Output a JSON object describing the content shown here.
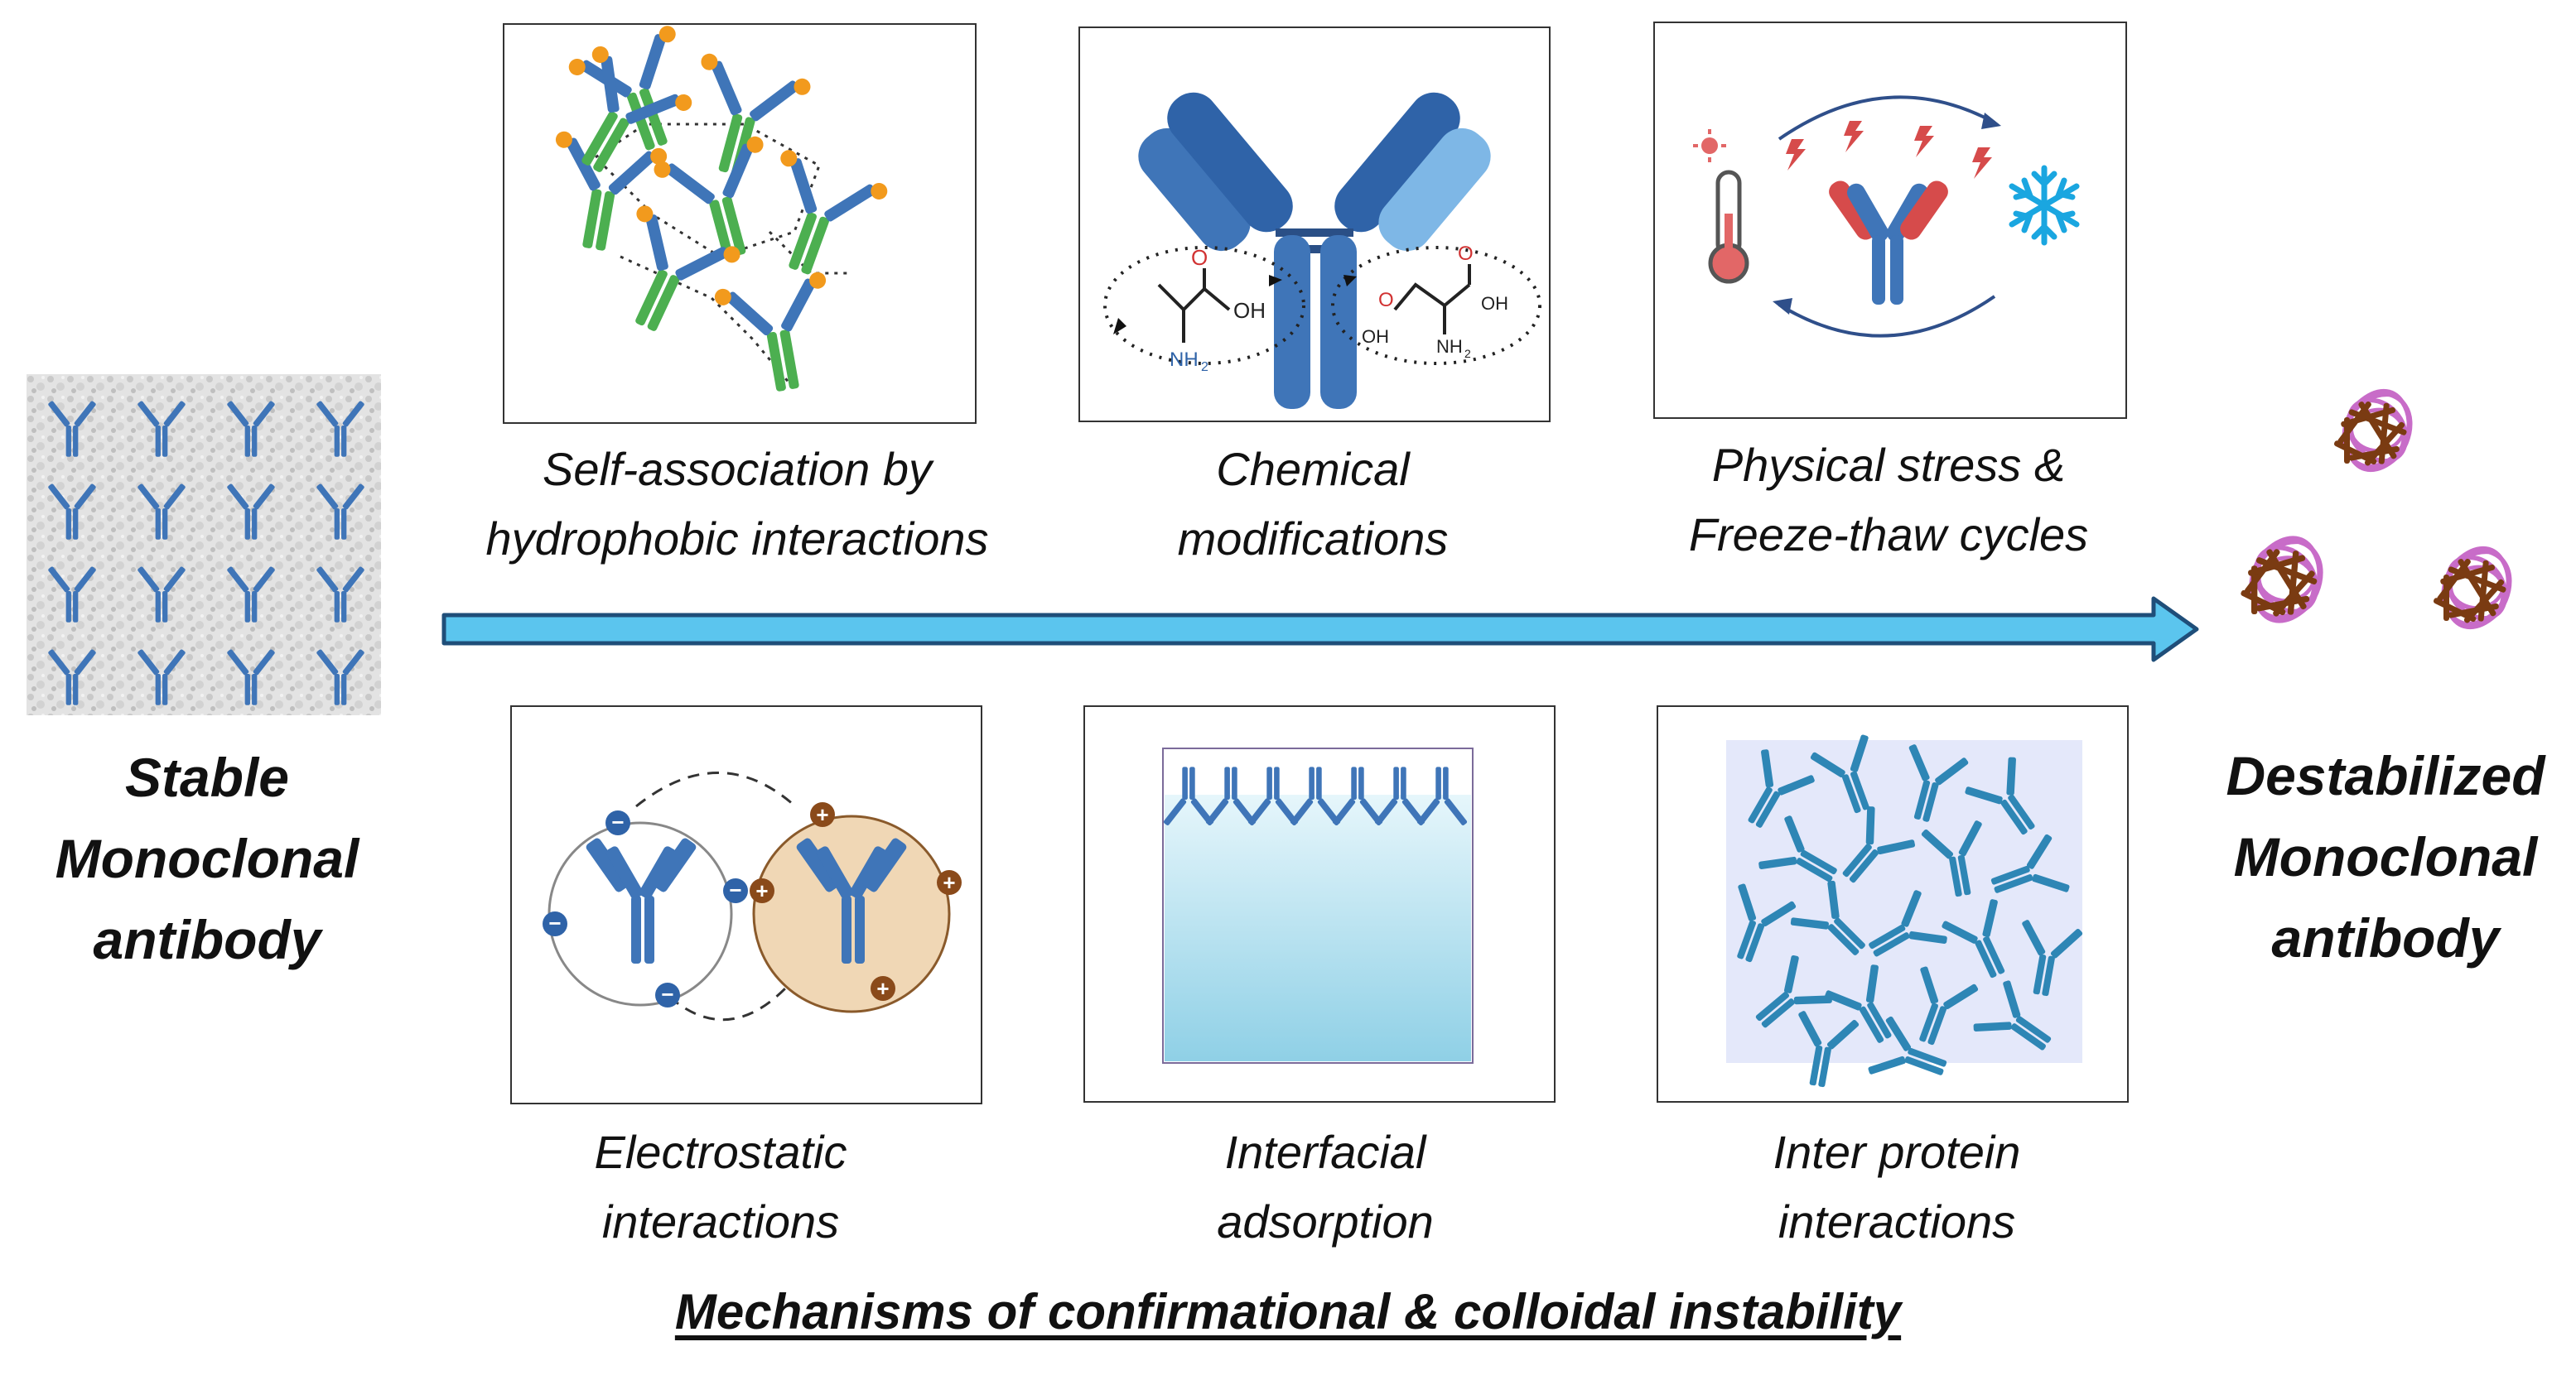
{
  "left_label": {
    "line1": "Stable",
    "line2": "Monoclonal",
    "line3": "antibody"
  },
  "right_label": {
    "line1": "Destabilized",
    "line2": "Monoclonal",
    "line3": "antibody"
  },
  "top_captions": [
    {
      "line1": "Self-association by",
      "line2": "hydrophobic interactions"
    },
    {
      "line1": "Chemical",
      "line2": "modifications"
    },
    {
      "line1": "Physical stress &",
      "line2": "Freeze-thaw cycles"
    }
  ],
  "bottom_captions": [
    {
      "line1": "Electrostatic",
      "line2": "interactions"
    },
    {
      "line1": "Interfacial",
      "line2": "adsorption"
    },
    {
      "line1": "Inter protein",
      "line2": "interactions"
    }
  ],
  "chem_labels": {
    "oh_left": "OH",
    "nh2_left": "NH",
    "oh_right_a": "OH",
    "oh_right_b": "OH",
    "nh2_right": "NH",
    "o_a": "O",
    "o_b": "O",
    "o_c": "O",
    "sub2": "2"
  },
  "charge_labels": {
    "neg": "−",
    "pos": "+"
  },
  "footer_title": "Mechanisms of confirmational & colloidal instability",
  "colors": {
    "antibody_blue": "#3f75b8",
    "arrow_fill": "#5bc5ee",
    "arrow_stroke": "#1f4e79",
    "aggregate_brown": "#7a3b12",
    "aggregate_pink": "#c86cc8"
  }
}
